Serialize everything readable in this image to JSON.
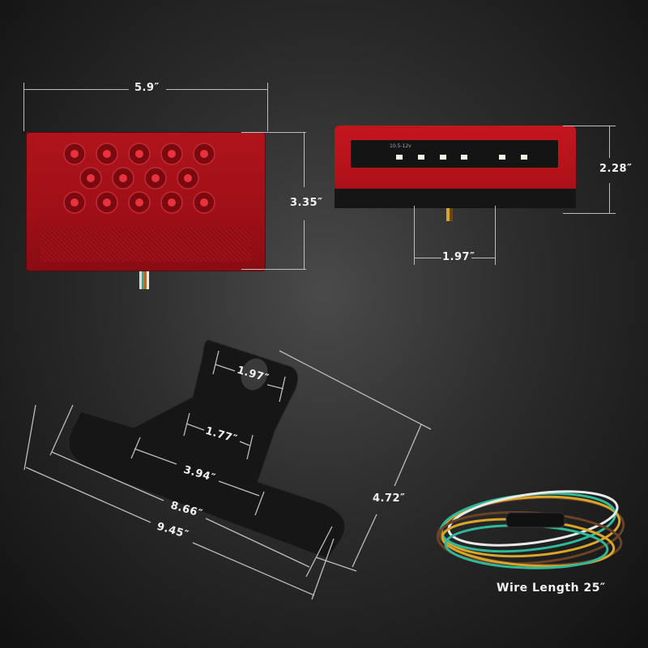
{
  "front_light": {
    "width_label": "5.9″",
    "height_label": "3.35″",
    "led_rows": [
      5,
      4,
      5
    ],
    "lens_color": "#b3121b",
    "reflector_color": "#8e0d14"
  },
  "side_light": {
    "height_label": "2.28″",
    "mount_spacing_label": "1.97″",
    "pcb_text": "10.5-12v",
    "white_led_count": 6
  },
  "bracket": {
    "hole_spacing_top_label": "1.97″",
    "hole_spacing_mid_label": "1.77″",
    "slot_spacing_label": "3.94″",
    "slot_outer_label": "8.66″",
    "total_width_label": "9.45″",
    "height_label": "4.72″"
  },
  "wire": {
    "caption": "Wire Length 25″",
    "colors": [
      "#e9e9e9",
      "#2fb89a",
      "#d9a52a",
      "#6a4326"
    ]
  }
}
